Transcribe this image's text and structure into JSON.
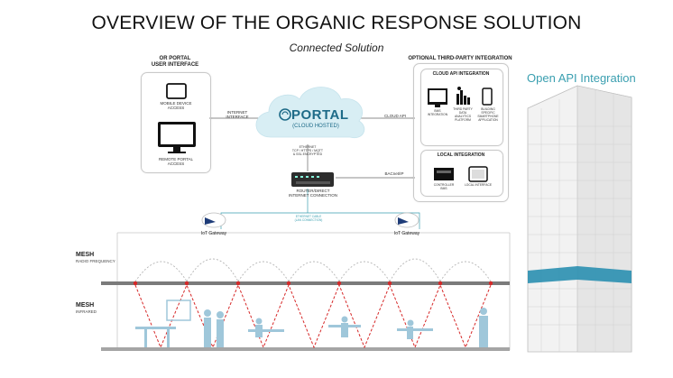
{
  "title": "OVERVIEW OF THE ORGANIC RESPONSE SOLUTION",
  "subtitle": "Connected Solution",
  "portal_ui": {
    "header_line1": "OR PORTAL",
    "header_line2": "USER INTERFACE",
    "mobile_label_line1": "MOBILE DEVICE",
    "mobile_label_line2": "ACCESS",
    "remote_label_line1": "REMOTE PORTAL",
    "remote_label_line2": "ACCESS"
  },
  "internet_interface_line1": "INTERNET",
  "internet_interface_line2": "INTERFACE",
  "cloud": {
    "brand": "PORTAL",
    "caption": "(CLOUD HOSTED)",
    "protocols_line1": "ETHERNET",
    "protocols_line2": "TCP / HTTPS / MQTT",
    "protocols_line3": "& SSL ENCRYPTED"
  },
  "cloud_api_label": "CLOUD API",
  "third_party": {
    "header": "OPTIONAL THIRD-PARTY INTEGRATION",
    "cloud_api_title": "CLOUD API INTEGRATION",
    "bms_line1": "BMS",
    "bms_line2": "INTEGRATION",
    "analytics_line1": "THIRD PARTY",
    "analytics_line2": "DATA",
    "analytics_line3": "ANALYTICS",
    "analytics_line4": "PLATFORM",
    "building_line1": "BUILDING",
    "building_line2": "SPECIFIC",
    "building_line3": "SMARTPHONE",
    "building_line4": "APPLICATION",
    "local_title": "LOCAL INTEGRATION",
    "controller_line1": "CONTROLLER",
    "controller_line2": "BMS",
    "local_interface": "LOCAL INTERFACE"
  },
  "bacnet_label": "BACnet/IP",
  "router_line1": "ROUTER/DIRECT",
  "router_line2": "INTERNET CONNECTION",
  "ethernet_line1": "ETHERNET CABLE",
  "ethernet_line2": "(LAN CONNECTION)",
  "gateway_left": "IoT Gateway",
  "gateway_right": "IoT Gateway",
  "mesh_rf": {
    "title": "MESH",
    "sub": "RADIO FREQUENCY"
  },
  "mesh_ir": {
    "title": "MESH",
    "sub": "INFRARED"
  },
  "open_api": "Open API Integration",
  "colors": {
    "accent": "#3a9fb0",
    "cloud": "#d8eef4",
    "laser": "#d62828",
    "silhouette": "#9fc7da",
    "glass": "#2a8fb0"
  }
}
